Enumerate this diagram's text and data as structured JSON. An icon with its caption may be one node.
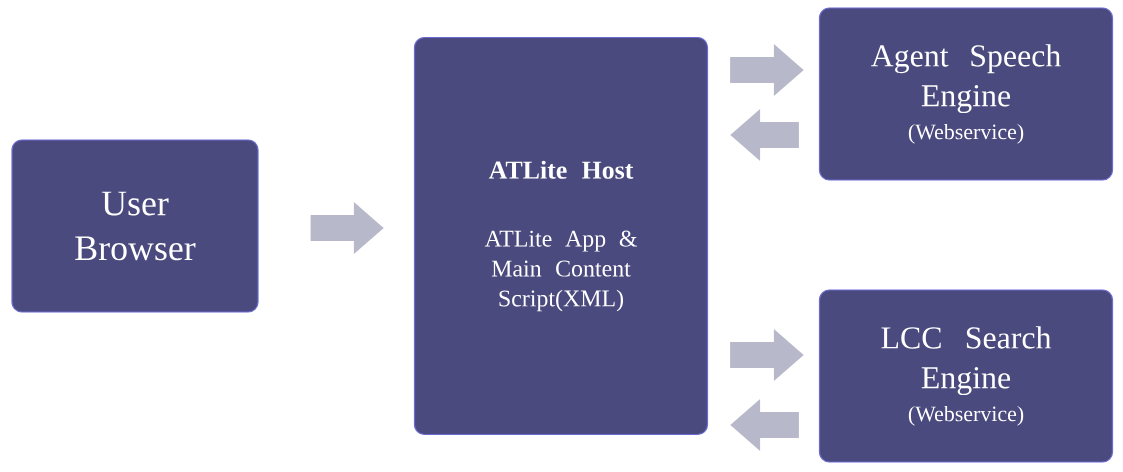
{
  "diagram": {
    "nodes": [
      {
        "text": [
          "User Browser"
        ]
      },
      {
        "text": [
          "ATLite Host",
          "ATLite App & Main Content Script(XML)"
        ]
      },
      {
        "text": [
          "Agent Speech Engine",
          "(Webservice)"
        ]
      },
      {
        "text": [
          "LCC Search Engine",
          "(Webservice)"
        ]
      }
    ],
    "edges": [
      {
        "from": 0,
        "to": 1,
        "arrow": "to"
      },
      {
        "from": 1,
        "to": 2,
        "arrow": "to"
      },
      {
        "from": 2,
        "to": 1,
        "arrow": "to"
      },
      {
        "from": 1,
        "to": 3,
        "arrow": "to"
      },
      {
        "from": 3,
        "to": 1,
        "arrow": "to"
      }
    ]
  }
}
